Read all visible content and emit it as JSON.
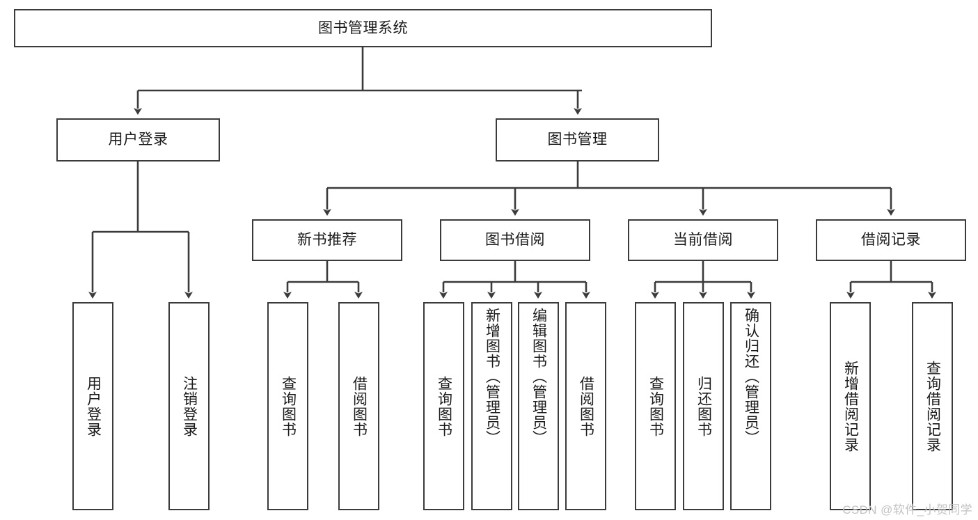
{
  "diagram": {
    "title": "图书管理系统",
    "type": "tree-hierarchy-diagram",
    "colors": {
      "box_border": "#3b3b3b",
      "box_fill": "#ffffff",
      "edge": "#3b3b3b",
      "text": "#1a1a1a",
      "watermark": "#c2c2c2",
      "background": "#ffffff"
    },
    "root": {
      "label": "图书管理系统"
    },
    "level2": [
      {
        "label": "用户登录"
      },
      {
        "label": "图书管理"
      }
    ],
    "level3": [
      {
        "label": "新书推荐"
      },
      {
        "label": "图书借阅"
      },
      {
        "label": "当前借阅"
      },
      {
        "label": "借阅记录"
      }
    ],
    "leaves": [
      {
        "label": "用户登录"
      },
      {
        "label": "注销登录"
      },
      {
        "label": "查询图书"
      },
      {
        "label": "借阅图书"
      },
      {
        "label": "查询图书"
      },
      {
        "label": "新增图书（管理员）"
      },
      {
        "label": "编辑图书（管理员）"
      },
      {
        "label": "借阅图书"
      },
      {
        "label": "查询图书"
      },
      {
        "label": "归还图书"
      },
      {
        "label": "确认归还（管理员）"
      },
      {
        "label": "新增借阅记录"
      },
      {
        "label": "查询借阅记录"
      }
    ]
  },
  "watermark": {
    "text": "CSDN @软件_小贺同学"
  }
}
